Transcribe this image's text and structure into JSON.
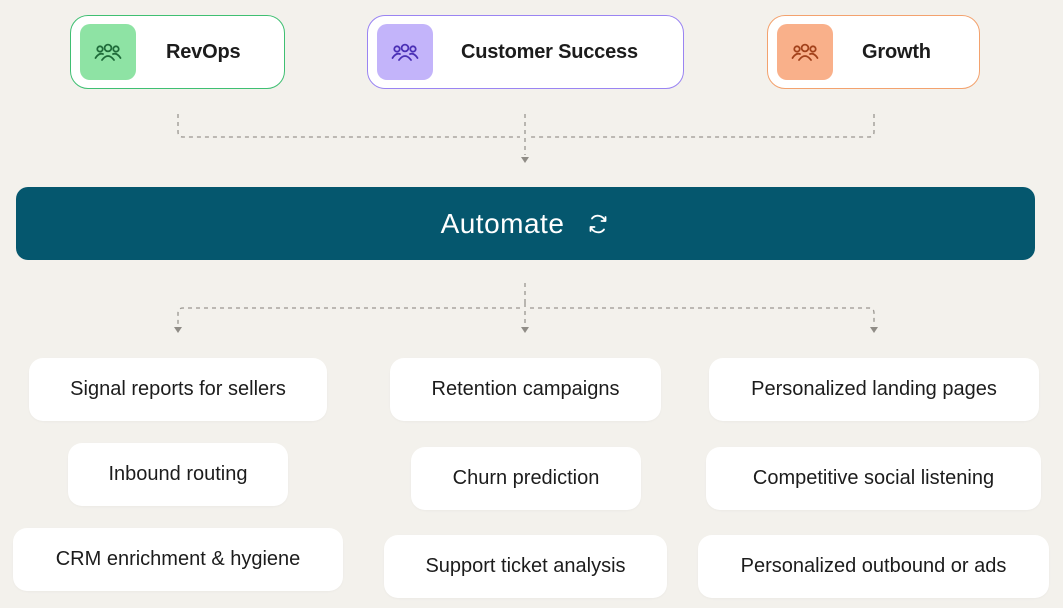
{
  "teams": [
    {
      "label": "RevOps",
      "icon": "team-icon",
      "accent": "#3fbf72",
      "icon_bg": "#8ee3a4",
      "icon_color": "#1f6b3a"
    },
    {
      "label": "Customer Success",
      "icon": "team-icon",
      "accent": "#9a84f2",
      "icon_bg": "#c3b4fa",
      "icon_color": "#4a2fb5"
    },
    {
      "label": "Growth",
      "icon": "team-icon",
      "accent": "#f3a26e",
      "icon_bg": "#f9b08a",
      "icon_color": "#a2411b"
    }
  ],
  "hub": {
    "label": "Automate",
    "icon": "sync-icon",
    "color": "#05576e"
  },
  "columns": [
    {
      "team": "RevOps",
      "tasks": [
        "Signal reports for sellers",
        "Inbound routing",
        "CRM enrichment & hygiene"
      ]
    },
    {
      "team": "Customer Success",
      "tasks": [
        "Retention campaigns",
        "Churn prediction",
        "Support ticket analysis"
      ]
    },
    {
      "team": "Growth",
      "tasks": [
        "Personalized landing pages",
        "Competitive social listening",
        "Personalized outbound or ads"
      ]
    }
  ]
}
